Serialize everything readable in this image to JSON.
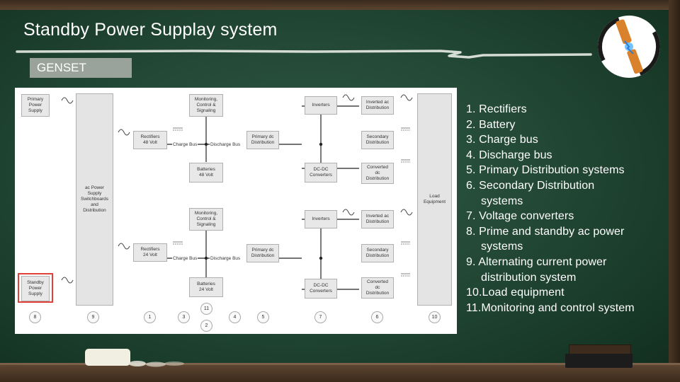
{
  "slide": {
    "title": "Standby Power Supplay system",
    "tag": "GENSET",
    "chalk_color": "#ffffff",
    "highlight_color": "#e0403a"
  },
  "diagram": {
    "blocks": {
      "primary_power_supply": "Primary\nPower\nSupply",
      "ac_switchboards": "ac Power\nSupply\nSwitchboards\nand\nDistribution",
      "standby_power_supply": "Standby\nPower\nSupply",
      "rectifiers_48": "Rectifiers\n48 Volt",
      "monitoring_top": "Monitoring,\nControl &\nSignaling",
      "batteries_48": "Batteries\n48 Volt",
      "primary_dc_top": "Primary dc\nDistribution",
      "inverters_top": "Inverters",
      "dcdc_top": "DC-DC\nConverters",
      "inverted_ac_top": "Inverted ac\nDistribution",
      "secondary_top": "Secondary\nDistribution",
      "converted_dc_top": "Converted\ndc\nDistribution",
      "load_equipment": "Load\nEquipment",
      "rectifiers_24": "Rectifiers\n24 Volt",
      "monitoring_bottom": "Monitoring,\nControl &\nSignaling",
      "batteries_24": "Batteries\n24 Volt",
      "primary_dc_bottom": "Primary dc\nDistribution",
      "inverters_bottom": "Inverters",
      "dcdc_bottom": "DC-DC\nConverters",
      "inverted_ac_bottom": "Inverted ac\nDistribution",
      "secondary_bottom": "Secondary\nDistribution",
      "converted_dc_bottom": "Converted\ndc\nDistribution"
    },
    "bus_labels": {
      "charge_top": "Charge Bus",
      "discharge_top": "Discharge Bus",
      "charge_bottom": "Charge Bus",
      "discharge_bottom": "Discharge Bus"
    },
    "numbers": [
      "8",
      "9",
      "1",
      "3",
      "11",
      "2",
      "4",
      "5",
      "7",
      "6",
      "10"
    ]
  },
  "list": {
    "items": [
      "1. Rectifiers",
      "2. Battery",
      "3. Charge bus",
      "4. Discharge bus",
      "5. Primary Distribution systems",
      "6. Secondary Distribution",
      "systems",
      "7. Voltage converters",
      "8. Prime and standby ac power",
      "systems",
      "9. Alternating current power",
      "distribution system",
      "10.Load equipment",
      "11.Monitoring and control system"
    ]
  }
}
